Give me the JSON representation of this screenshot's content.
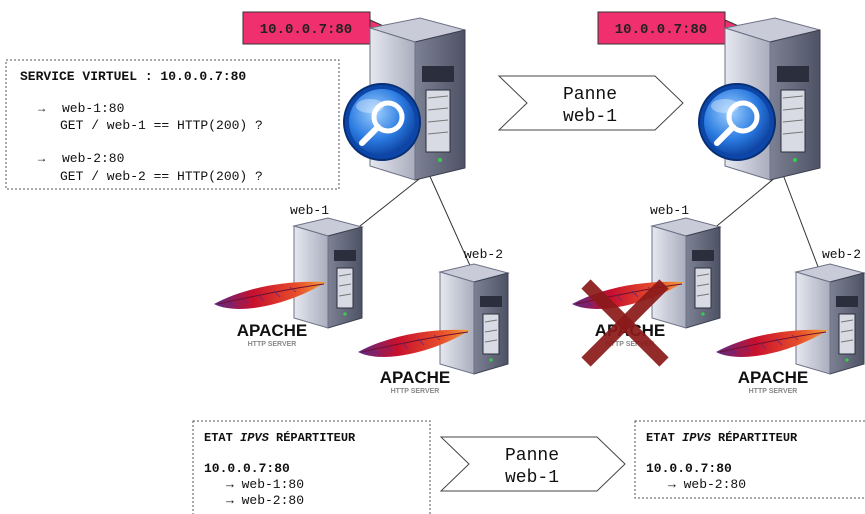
{
  "vip_tag_left": "10.0.0.7:80",
  "vip_tag_right": "10.0.0.7:80",
  "service_box": {
    "title": "SERVICE VIRTUEL : 10.0.0.7:80",
    "entries": [
      {
        "arrow": "→",
        "target": "web-1:80",
        "check": "GET / web-1 == HTTP(200) ?"
      },
      {
        "arrow": "→",
        "target": "web-2:80",
        "check": "GET / web-2 == HTTP(200) ?"
      }
    ]
  },
  "failure_arrow_top": {
    "line1": "Panne",
    "line2": "web-1"
  },
  "failure_arrow_bottom": {
    "line1": "Panne",
    "line2": "web-1"
  },
  "servers_left": {
    "web1_label": "web-1",
    "web2_label": "web-2"
  },
  "servers_right": {
    "web1_label": "web-1",
    "web2_label": "web-2"
  },
  "apache_logo": {
    "name": "APACHE",
    "sub": "HTTP SERVER"
  },
  "state_box_left": {
    "title_prefix": "ETAT ",
    "title_em": "IPVS",
    "title_suffix": " RÉPARTITEUR",
    "vip": "10.0.0.7:80",
    "backends": [
      "→ web-1:80",
      "→ web-2:80"
    ]
  },
  "state_box_right": {
    "title_prefix": "ETAT ",
    "title_em": "IPVS",
    "title_suffix": " RÉPARTITEUR",
    "vip": "10.0.0.7:80",
    "backends": [
      "→ web-2:80"
    ]
  },
  "colors": {
    "vip_tag": "#f0306e",
    "cross": "#8b1a1a",
    "feather_red": "#c8102e",
    "feather_purple": "#5b2a86",
    "server_body": "#b8bccc",
    "magnifier_blue": "#1a5fd0"
  }
}
